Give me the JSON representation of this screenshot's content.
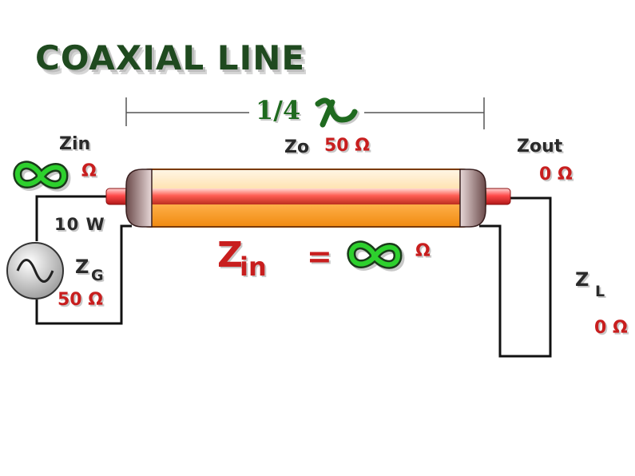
{
  "title": "COAXIAL LINE",
  "length_label": "1/4",
  "colors": {
    "title_dark": "#1f4a1f",
    "label_red": "#c81e1e",
    "infinity_green": "#2dd02d",
    "coax_outer": "#ffb347",
    "center_conductor": "#e83a3a"
  },
  "input": {
    "label": "Zin",
    "value_unit": "Ω"
  },
  "line": {
    "label": "Zo",
    "value": "50 Ω"
  },
  "output": {
    "label": "Zout",
    "value": "0 Ω"
  },
  "source": {
    "power": "10 W",
    "label": "Z",
    "subscript": "G",
    "value": "50 Ω"
  },
  "load": {
    "label": "Z",
    "subscript": "L",
    "value": "0 Ω"
  },
  "formula": {
    "lhs": "Z",
    "lhs_sub": "in",
    "equals": "=",
    "unit": "Ω"
  }
}
